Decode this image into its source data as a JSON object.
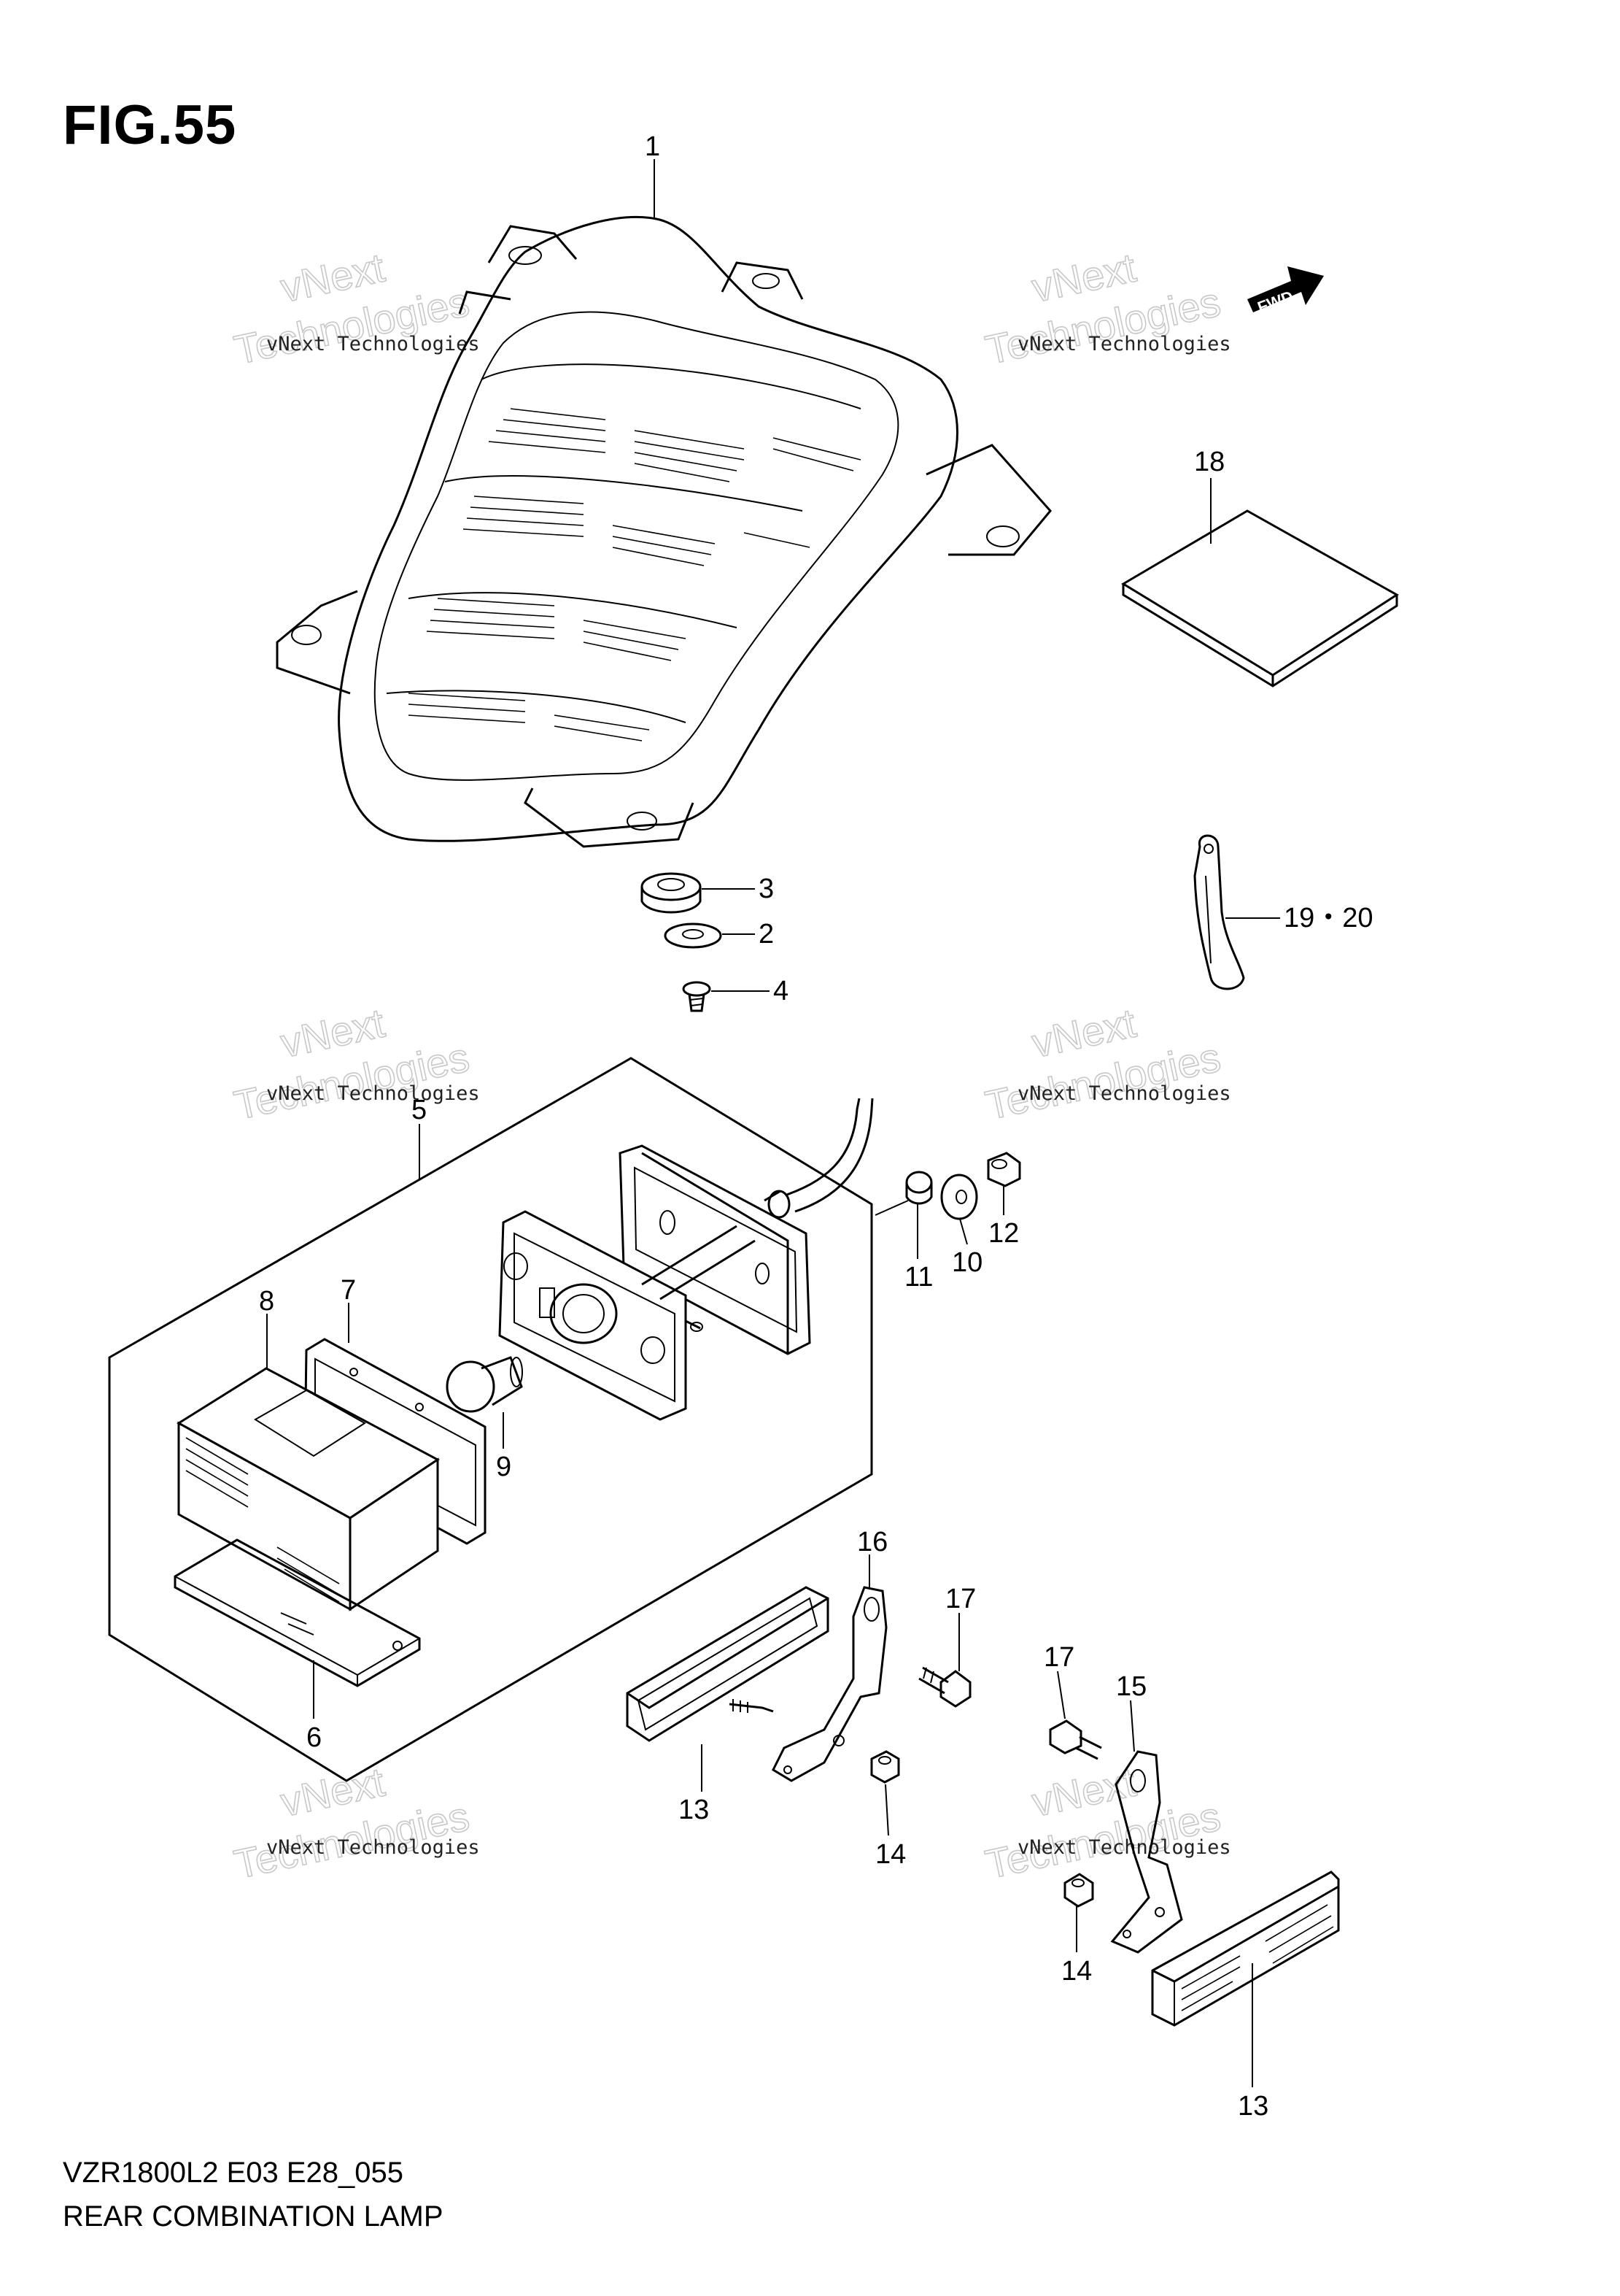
{
  "figure": {
    "title": "FIG.55",
    "model_code": "VZR1800L2 E03 E28_055",
    "name": "REAR COMBINATION LAMP",
    "direction_badge": "FWD"
  },
  "watermark": {
    "small": "vNext Technologies",
    "big_1": "vNext",
    "big_2": "Technologies"
  },
  "callouts": {
    "p1": "1",
    "p2": "2",
    "p3": "3",
    "p4": "4",
    "p5": "5",
    "p6": "6",
    "p7": "7",
    "p8": "8",
    "p9": "9",
    "p10": "10",
    "p11": "11",
    "p12": "12",
    "p13a": "13",
    "p13b": "13",
    "p14a": "14",
    "p14b": "14",
    "p15": "15",
    "p16": "16",
    "p17a": "17",
    "p17b": "17",
    "p18": "18",
    "p19_20": "19・20"
  }
}
